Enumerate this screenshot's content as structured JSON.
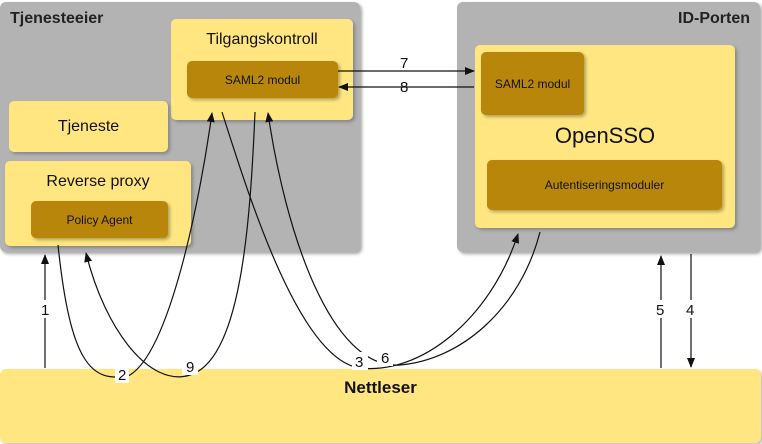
{
  "tjenesteeier": {
    "title": "Tjenesteeier",
    "tilgangskontroll": {
      "title": "Tilgangskontroll",
      "saml2": "SAML2 modul"
    },
    "tjeneste": "Tjeneste",
    "reverse_proxy": {
      "title": "Reverse proxy",
      "policy_agent": "Policy Agent"
    }
  },
  "id_porten": {
    "title": "ID-Porten",
    "saml2": "SAML2 modul",
    "opensso": "OpenSSO",
    "autentisering": "Autentiseringsmoduler"
  },
  "nettleser": "Nettleser",
  "steps": [
    "1",
    "2",
    "3",
    "4",
    "5",
    "6",
    "7",
    "8",
    "9"
  ]
}
